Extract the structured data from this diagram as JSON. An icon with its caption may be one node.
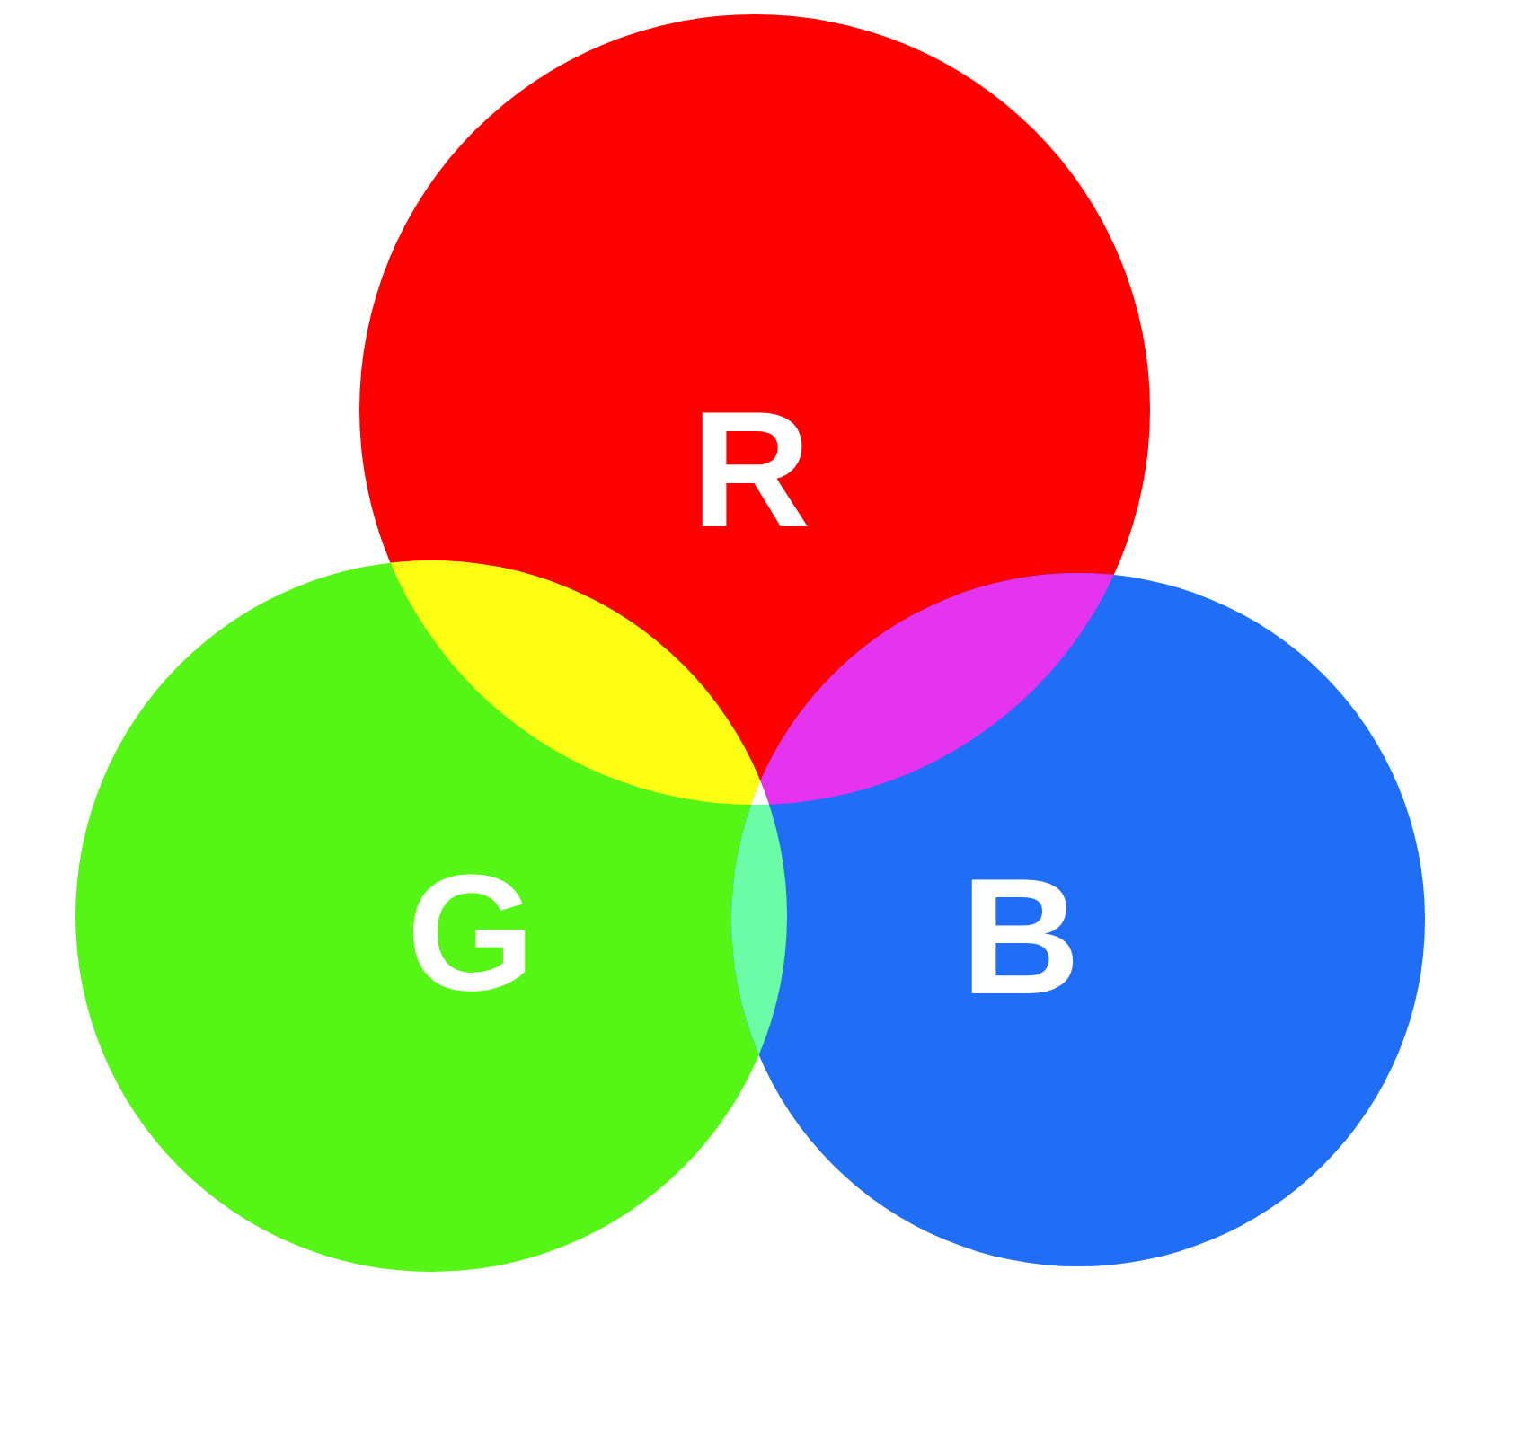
{
  "diagram": {
    "nodes": [
      {
        "text": [
          "R"
        ]
      },
      {
        "text": [
          "G"
        ]
      },
      {
        "text": [
          "B"
        ]
      }
    ],
    "edges": []
  }
}
